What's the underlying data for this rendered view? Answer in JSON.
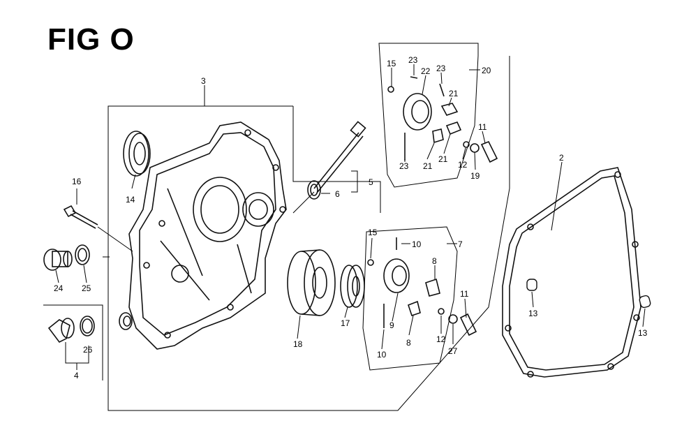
{
  "figure": {
    "title": "FIG O"
  },
  "labels": {
    "l1": "3",
    "l2": "2",
    "l3": "5",
    "l4": "6",
    "l5": "14",
    "l6": "16",
    "l7": "24",
    "l8": "25",
    "l9": "4",
    "l10": "26",
    "l11": "18",
    "l12": "17",
    "l13": "15",
    "l14": "10",
    "l15": "7",
    "l16": "8",
    "l17": "9",
    "l18": "8",
    "l19": "10",
    "l20": "12",
    "l21": "27",
    "l22": "11",
    "l23": "13",
    "l24": "13",
    "l25": "15",
    "l26": "23",
    "l27": "22",
    "l28": "23",
    "l29": "20",
    "l30": "21",
    "l31": "23",
    "l32": "21",
    "l33": "21",
    "l34": "12",
    "l35": "19",
    "l36": "11"
  }
}
